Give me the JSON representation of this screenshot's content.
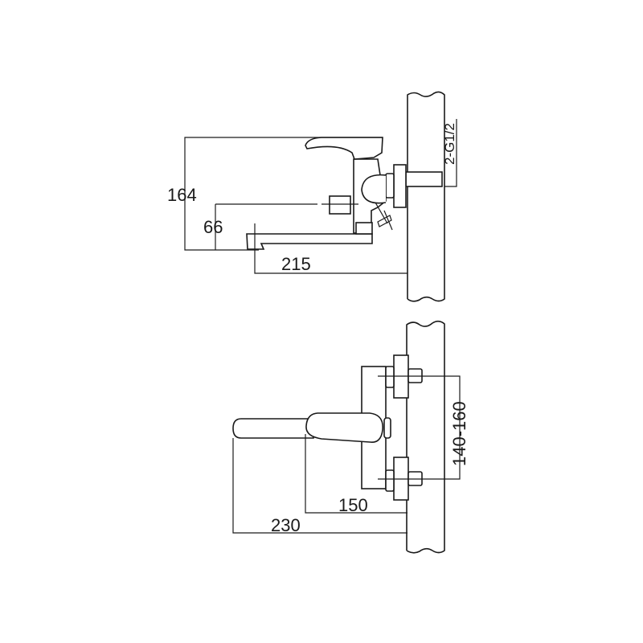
{
  "side_view": {
    "dim_height_total": "164",
    "dim_spout_height": "66",
    "dim_spout_reach": "215",
    "dim_thread": "2-G1/2"
  },
  "top_view": {
    "dim_centers": "140-160",
    "dim_handle": "150",
    "dim_total": "230"
  },
  "colors": {
    "line": "#1a1a1a",
    "background": "#ffffff"
  }
}
